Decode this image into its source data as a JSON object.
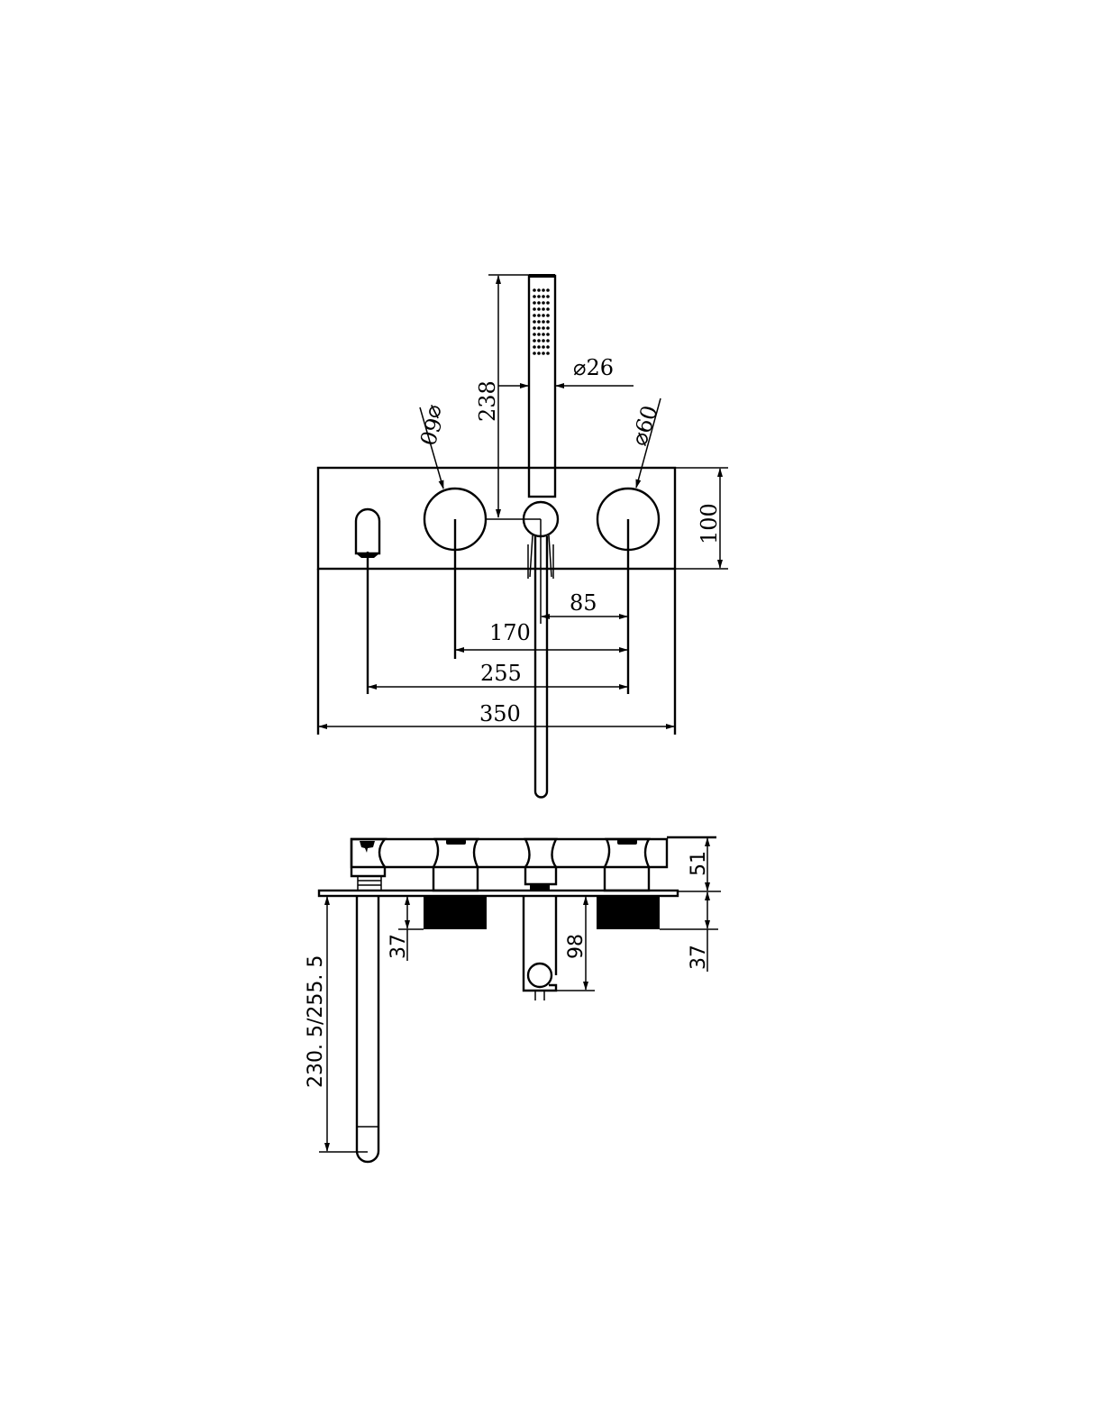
{
  "drawing": {
    "subject": "Wall-mounted bath mixer set with hand shower (front and side elevation)",
    "line_color": "#000000",
    "background": "#ffffff"
  },
  "front_view": {
    "dimensions": {
      "hand_shower_length": "238",
      "hand_shower_diameter": "⌀26",
      "handle_left_diameter": "⌀60",
      "handle_right_diameter": "⌀60",
      "plate_height": "100",
      "center_to_right_handle": "85",
      "left_handle_to_right_handle": "170",
      "spout_to_right_handle": "255",
      "plate_width": "350"
    }
  },
  "side_view": {
    "dimensions": {
      "handle_projection": "51",
      "body_depth_left": "37",
      "body_depth_right": "37",
      "shower_holder_drop": "98",
      "spout_length": "230. 5/255. 5"
    }
  }
}
